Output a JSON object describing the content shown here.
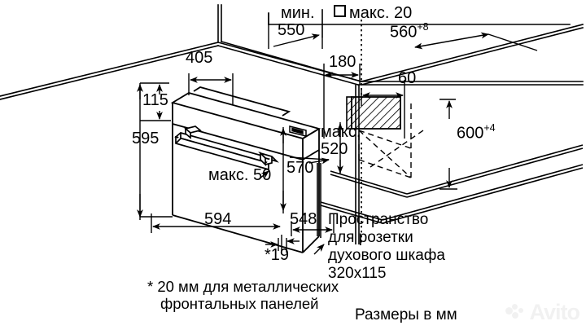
{
  "diagram": {
    "title": "Installation dimension drawing for built-in oven",
    "units_note": "Размеры в мм",
    "footnote_line1": "* 20 мм для металлических",
    "footnote_line2": "фронтальных панелей",
    "socket_note": {
      "line1": "Пространство",
      "line2": "для розетки",
      "line3": "духового шкафа",
      "line4": "320x115"
    },
    "dimensions": {
      "min_label": "мин.",
      "min_550": "550",
      "max_20_label": "макс. 20",
      "d_560": "560",
      "d_560_tol": "+8",
      "d_405": "405",
      "d_180": "180",
      "d_60": "60",
      "d_115": "115",
      "d_595": "595",
      "d_600": "600",
      "d_600_tol": "+4",
      "max_label": "макс.",
      "max_520": "520",
      "d_570": "570",
      "max_50": "макс. 50",
      "d_594": "594",
      "d_548": "548",
      "star_19": "*19"
    }
  },
  "watermark": {
    "text": "Avito"
  },
  "colors": {
    "line": "#000000",
    "background": "#ffffff",
    "watermark": "#6a6a6a"
  }
}
